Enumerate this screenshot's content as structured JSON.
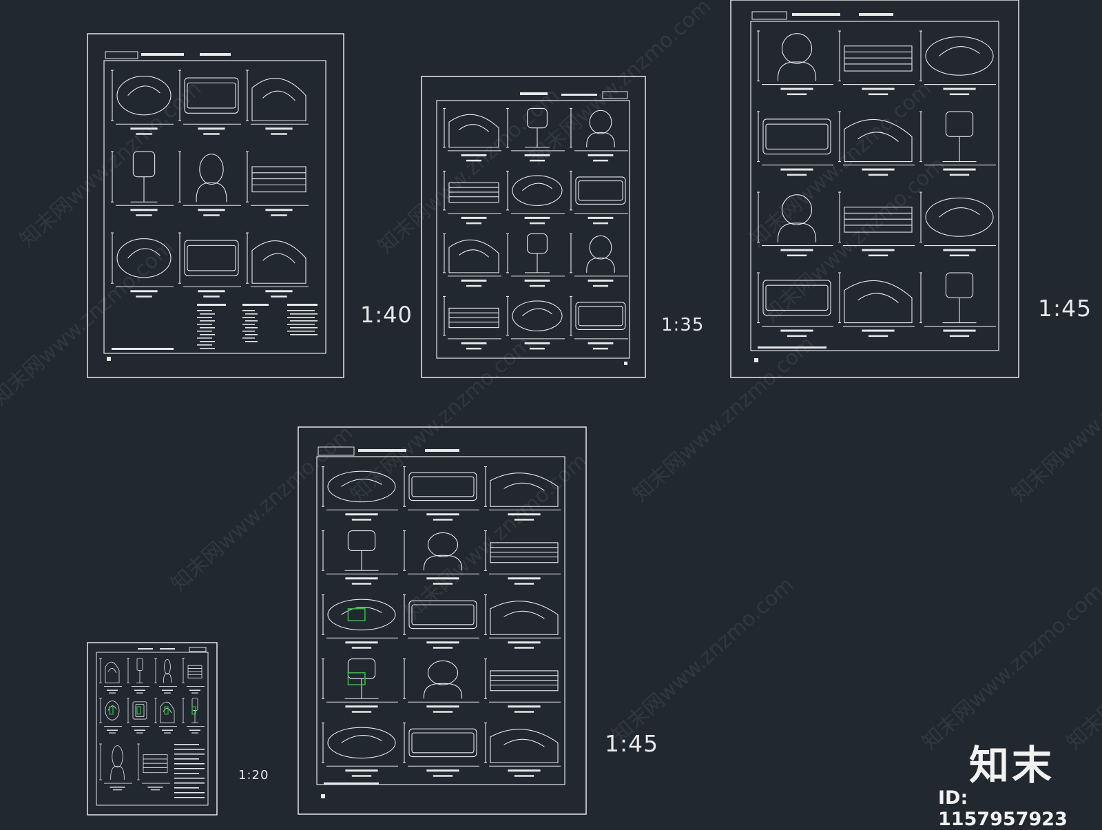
{
  "sheets": [
    {
      "scale_label": "1:40"
    },
    {
      "scale_label": "1:35"
    },
    {
      "scale_label": "1:45"
    },
    {
      "scale_label": "1:45"
    },
    {
      "scale_label": "1:20"
    }
  ],
  "watermark": {
    "logo_text": "知末",
    "id_text": "ID: 1157957923",
    "tiled_text": "知末网www.znzmo.com"
  },
  "colors": {
    "background": "#212830",
    "line": "#e6e8ea",
    "accent_green": "#22cc33",
    "watermark": "#ffffff"
  }
}
